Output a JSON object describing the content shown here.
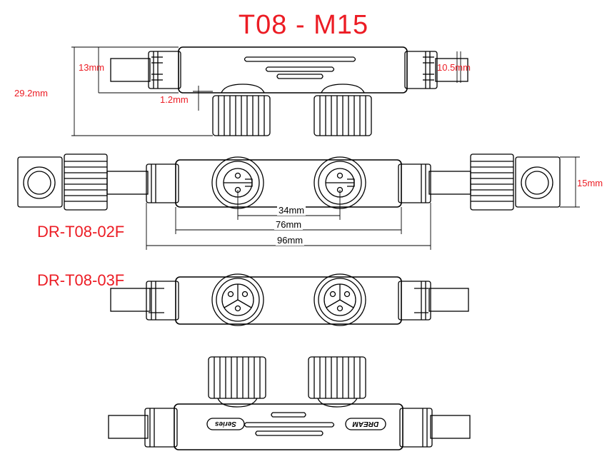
{
  "title": "T08 - M15",
  "models": [
    "DR-T08-02F",
    "DR-T08-03F"
  ],
  "dimensions": {
    "d13": "13mm",
    "d10_5": "10.5mm",
    "d29_2": "29.2mm",
    "d1_2": "1.2mm",
    "d15": "15mm",
    "d34": "34mm",
    "d76": "76mm",
    "d96": "96mm"
  },
  "brand": {
    "series": "Series",
    "dream": "DREAM"
  },
  "colors": {
    "accent": "#ec1c24",
    "line": "#000000"
  }
}
